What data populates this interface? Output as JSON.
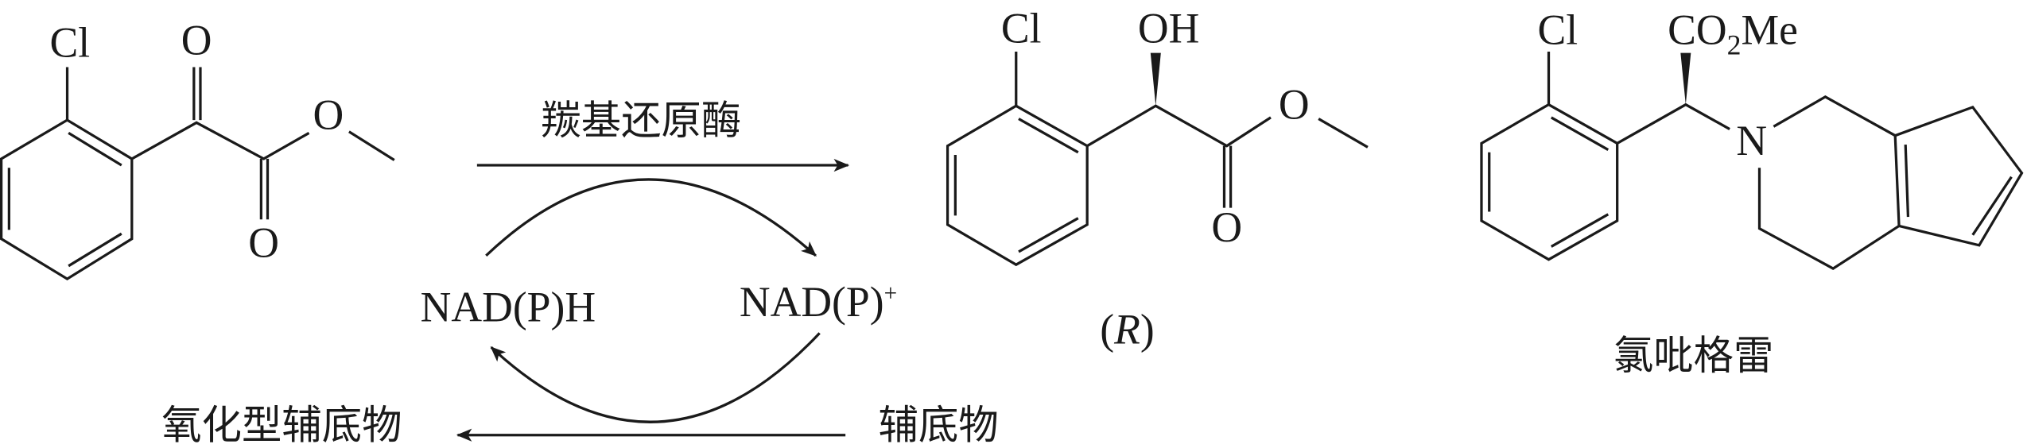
{
  "substrate": {
    "cl": "Cl",
    "o_keto": "O",
    "o_ester": "O",
    "o_carbonyl": "O"
  },
  "reaction": {
    "enzyme": "羰基还原酶",
    "cofactor_reduced": "NAD(P)H",
    "cofactor_oxidized": "NAD(P)",
    "cofactor_oxidized_charge": "+",
    "cosubstrate": "辅底物",
    "oxidized_cosubstrate": "氧化型辅底物"
  },
  "product": {
    "cl": "Cl",
    "oh": "OH",
    "o_ester": "O",
    "o_carbonyl": "O",
    "config_open": "(",
    "config": "R",
    "config_close": ")"
  },
  "drug": {
    "cl": "Cl",
    "ester_c": "CO",
    "ester_sub": "2",
    "ester_me": "Me",
    "n": "N",
    "name": "氯吡格雷"
  }
}
